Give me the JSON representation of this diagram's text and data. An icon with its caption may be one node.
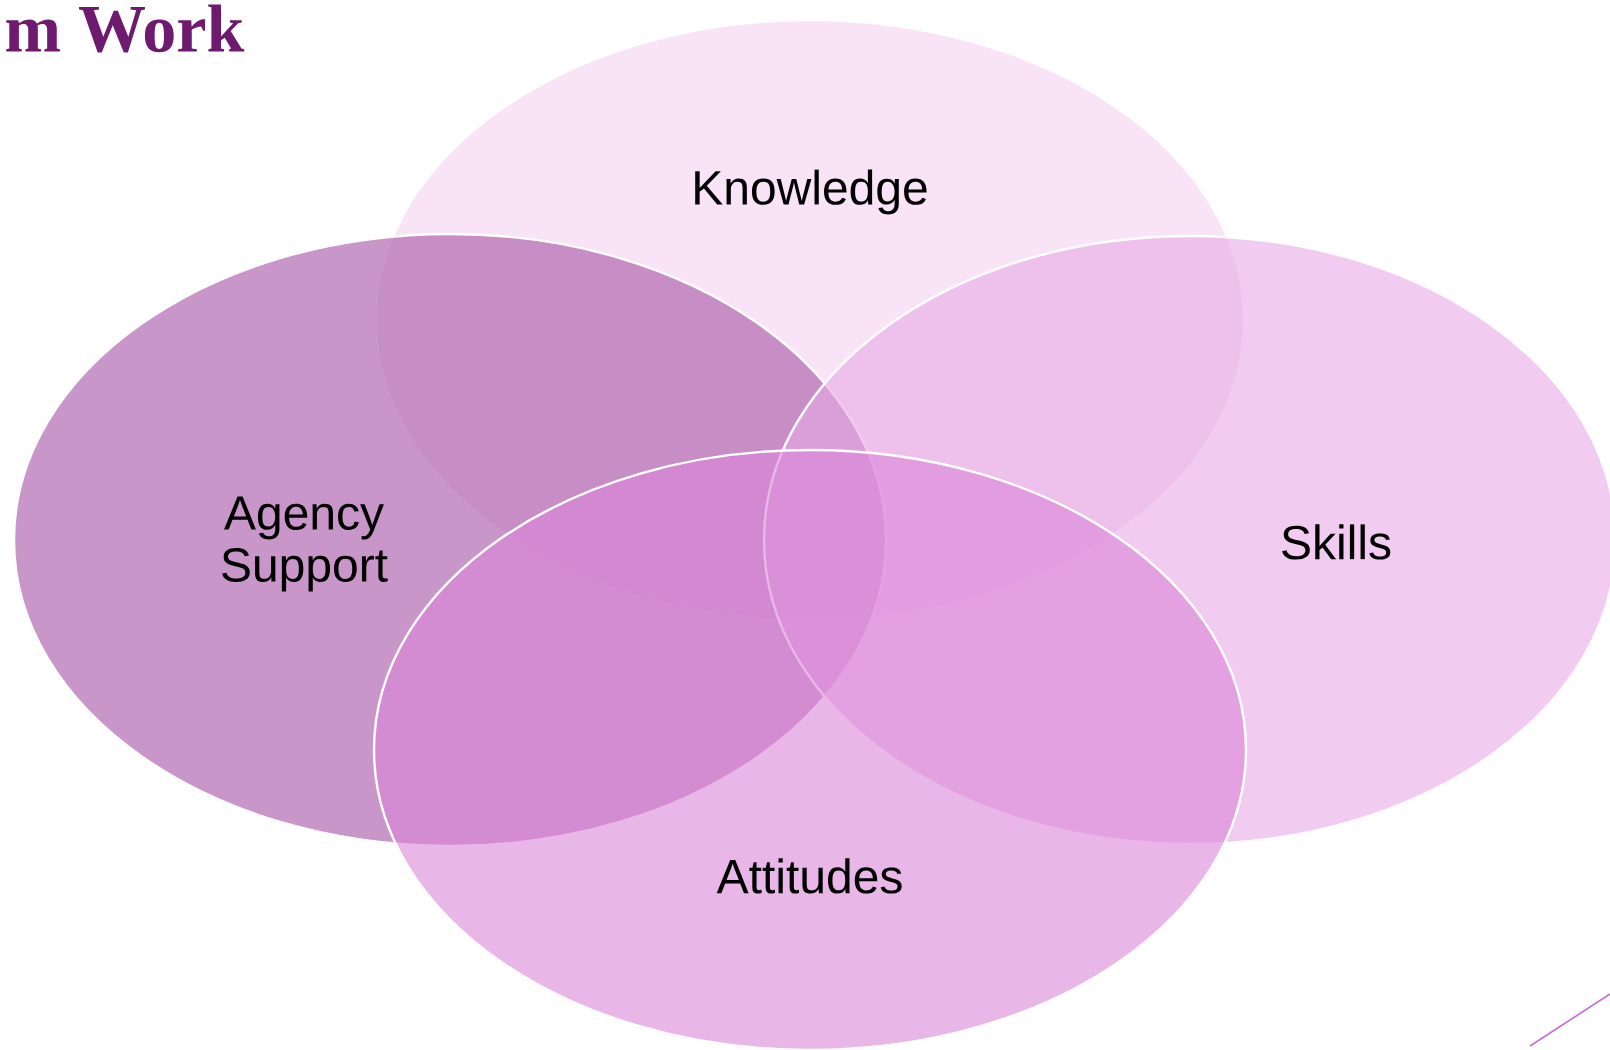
{
  "diagram": {
    "title": "m Work",
    "nodes": [
      {
        "text": [
          "Knowledge"
        ]
      },
      {
        "text": [
          "Agency Support"
        ]
      },
      {
        "text": [
          "Skills"
        ]
      },
      {
        "text": [
          "Attitudes"
        ]
      }
    ]
  }
}
